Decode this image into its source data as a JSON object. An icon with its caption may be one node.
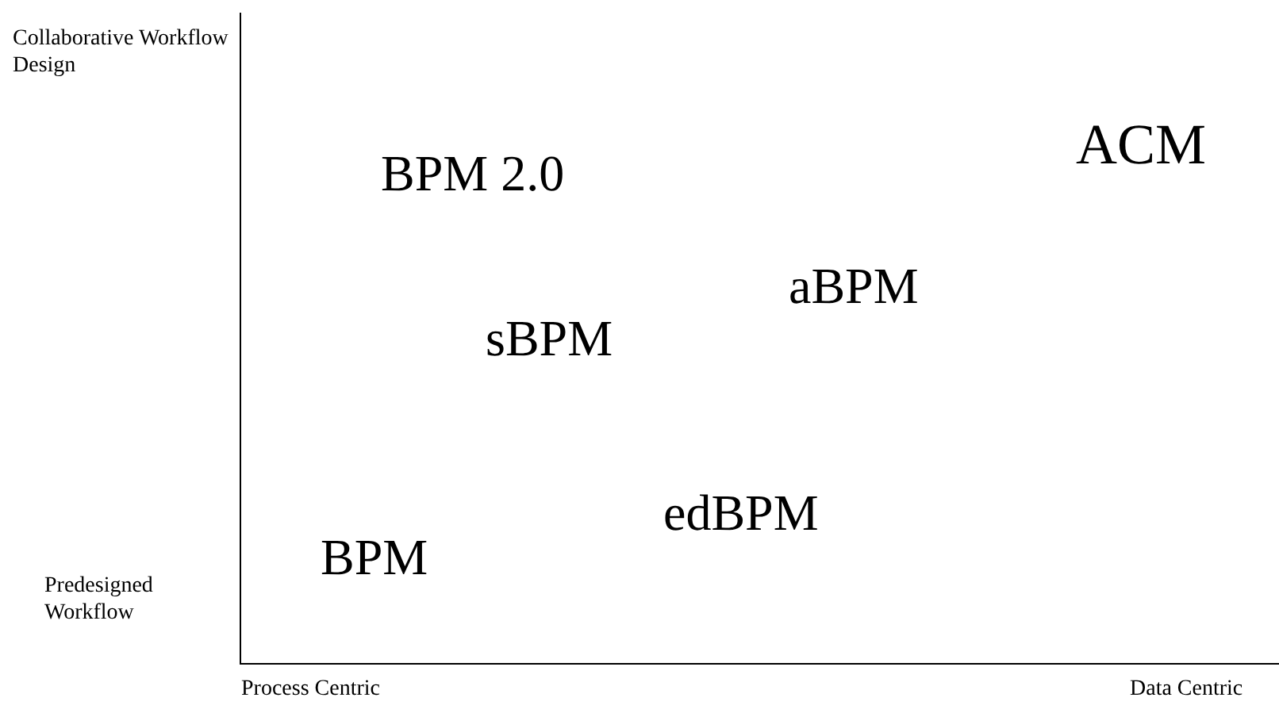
{
  "diagram": {
    "labels": [
      "Collaborative Workflow Design",
      "ACM",
      "BPM 2.0",
      "aBPM",
      "sBPM",
      "edBPM",
      "Predesigned Workflow",
      "BPM",
      "Process Centric",
      "Data Centric"
    ]
  }
}
